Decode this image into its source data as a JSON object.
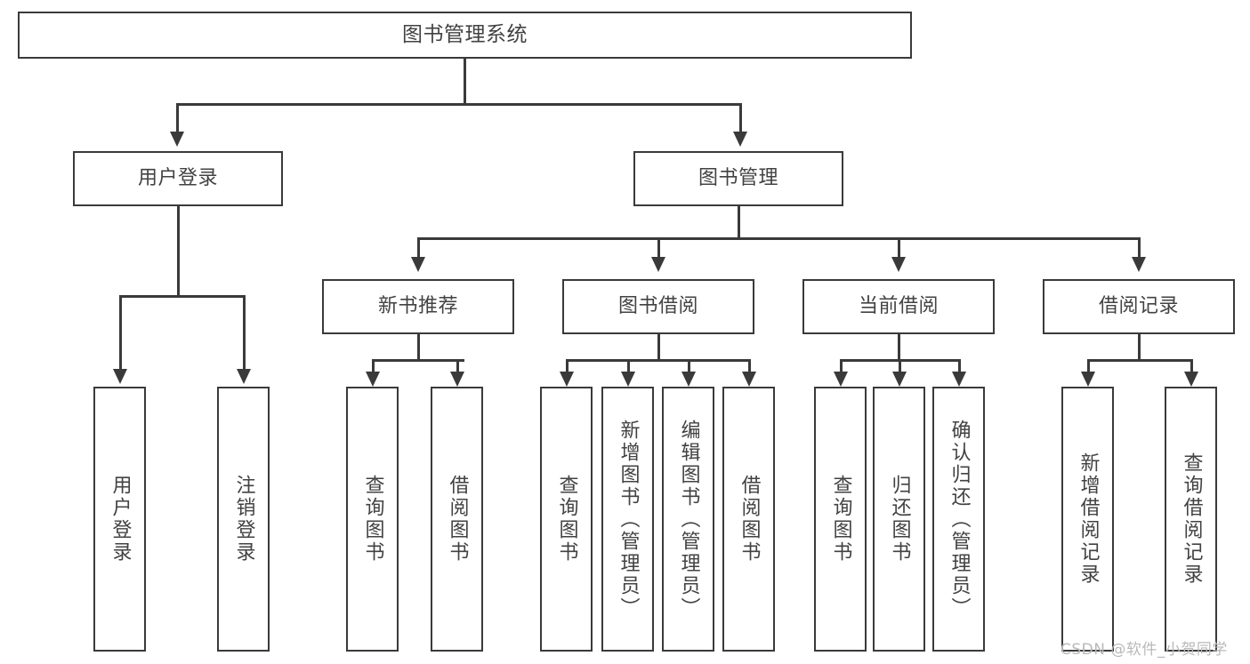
{
  "diagram": {
    "title": "图书管理系统",
    "type": "hierarchy-tree",
    "watermark": "CSDN @软件_小贺同学",
    "colors": {
      "stroke": "#3a3a3a",
      "text": "#424242",
      "background": "#ffffff",
      "watermark": "#b9b9b9"
    },
    "levels": {
      "root": {
        "label": "图书管理系统"
      },
      "level2": [
        {
          "label": "用户登录"
        },
        {
          "label": "图书管理"
        }
      ],
      "level3": [
        {
          "label": "新书推荐"
        },
        {
          "label": "图书借阅"
        },
        {
          "label": "当前借阅"
        },
        {
          "label": "借阅记录"
        }
      ],
      "leaves": {
        "user_login": [
          {
            "label": "用户登录"
          },
          {
            "label": "注销登录"
          }
        ],
        "new_book_rec": [
          {
            "label": "查询图书"
          },
          {
            "label": "借阅图书"
          }
        ],
        "book_borrow": [
          {
            "label": "查询图书"
          },
          {
            "label": "新增图书（管理员）"
          },
          {
            "label": "编辑图书（管理员）"
          },
          {
            "label": "借阅图书"
          }
        ],
        "current_borrow": [
          {
            "label": "查询图书"
          },
          {
            "label": "归还图书"
          },
          {
            "label": "确认归还（管理员）"
          }
        ],
        "borrow_record": [
          {
            "label": "新增借阅记录"
          },
          {
            "label": "查询借阅记录"
          }
        ]
      }
    }
  }
}
